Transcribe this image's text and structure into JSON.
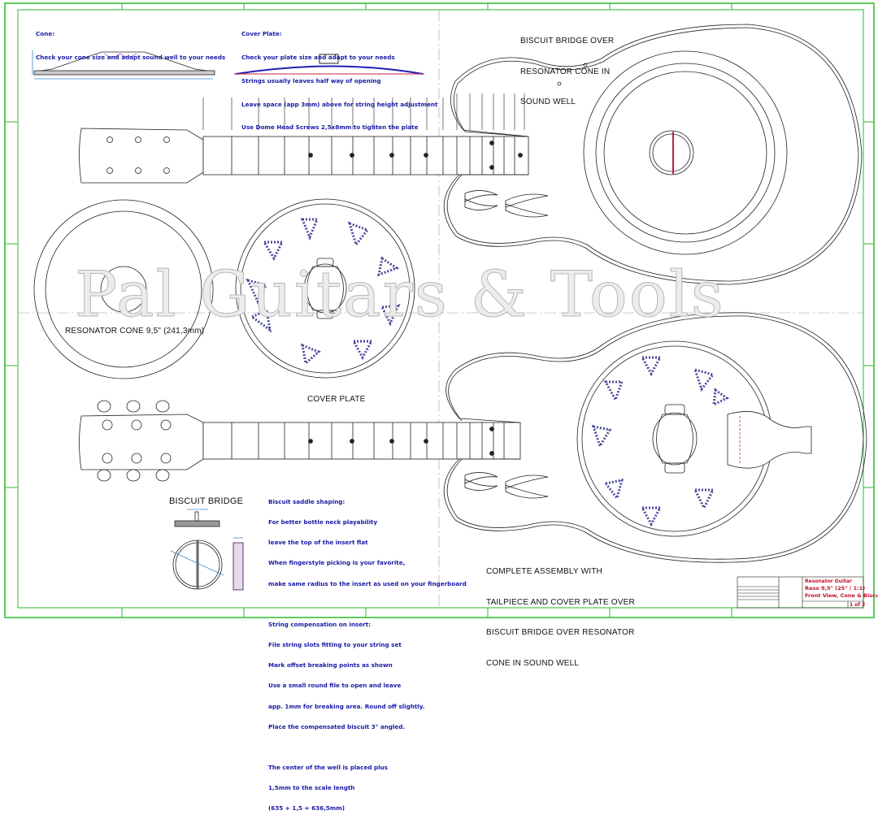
{
  "notes": {
    "cone_title": "Cone:",
    "cone_text": "Check your cone size and adapt sound well to your needs",
    "cover_title": "Cover Plate:",
    "cover_lines": [
      "Check your plate size and adapt to your needs",
      "Strings usually leaves half way of opening",
      "Leave space (app 3mm) above for string height adjustment",
      "Use Dome Head Screws 2,5x8mm to tighten the plate"
    ],
    "biscuit_title": "Biscuit saddle shaping:",
    "biscuit_lines": [
      "For better bottle neck playability",
      "leave the top of the insert flat",
      "When fingerstyle picking is your favorite,",
      "make same radius to the insert as used on your fingerboard"
    ],
    "comp_title": "String compensation on insert:",
    "comp_lines": [
      "File string slots fitting to your string set",
      "Mark offset breaking points as shown",
      "Use a small round file to open and leave",
      "app. 1mm for breaking area. Round off slightly.",
      "Place the compensated biscuit 3° angled."
    ],
    "center_lines": [
      "The center of the well is placed plus",
      "1,5mm to the scale length",
      "(635 + 1,5 = 636,5mm)"
    ]
  },
  "labels": {
    "biscuit_bridge_top": [
      "BISCUIT BRIDGE OVER",
      "RESONATOR CONE IN",
      "SOUND WELL"
    ],
    "resonator_cone": "RESONATOR CONE 9,5\" (241,3mm)",
    "cover_plate": "COVER PLATE",
    "biscuit_bridge": "BISCUIT BRIDGE",
    "complete_assembly": [
      "COMPLETE ASSEMBLY WITH",
      "TAILPIECE AND COVER PLATE OVER",
      "BISCUIT BRIDGE OVER RESONATOR",
      "CONE IN SOUND WELL"
    ]
  },
  "watermark": "Pal Guitars & Tools",
  "title_block": {
    "title": "Resonator Guitar",
    "scale": "Reso 9,5\" (25\" / 1:1)",
    "view": "Front View, Cone & Biscuit",
    "sheet": "1 of 2"
  },
  "colors": {
    "border": "#2db82d",
    "note_text": "#1a1aa8",
    "drawing_line": "#222222",
    "title_block_text": "#c0102a"
  }
}
